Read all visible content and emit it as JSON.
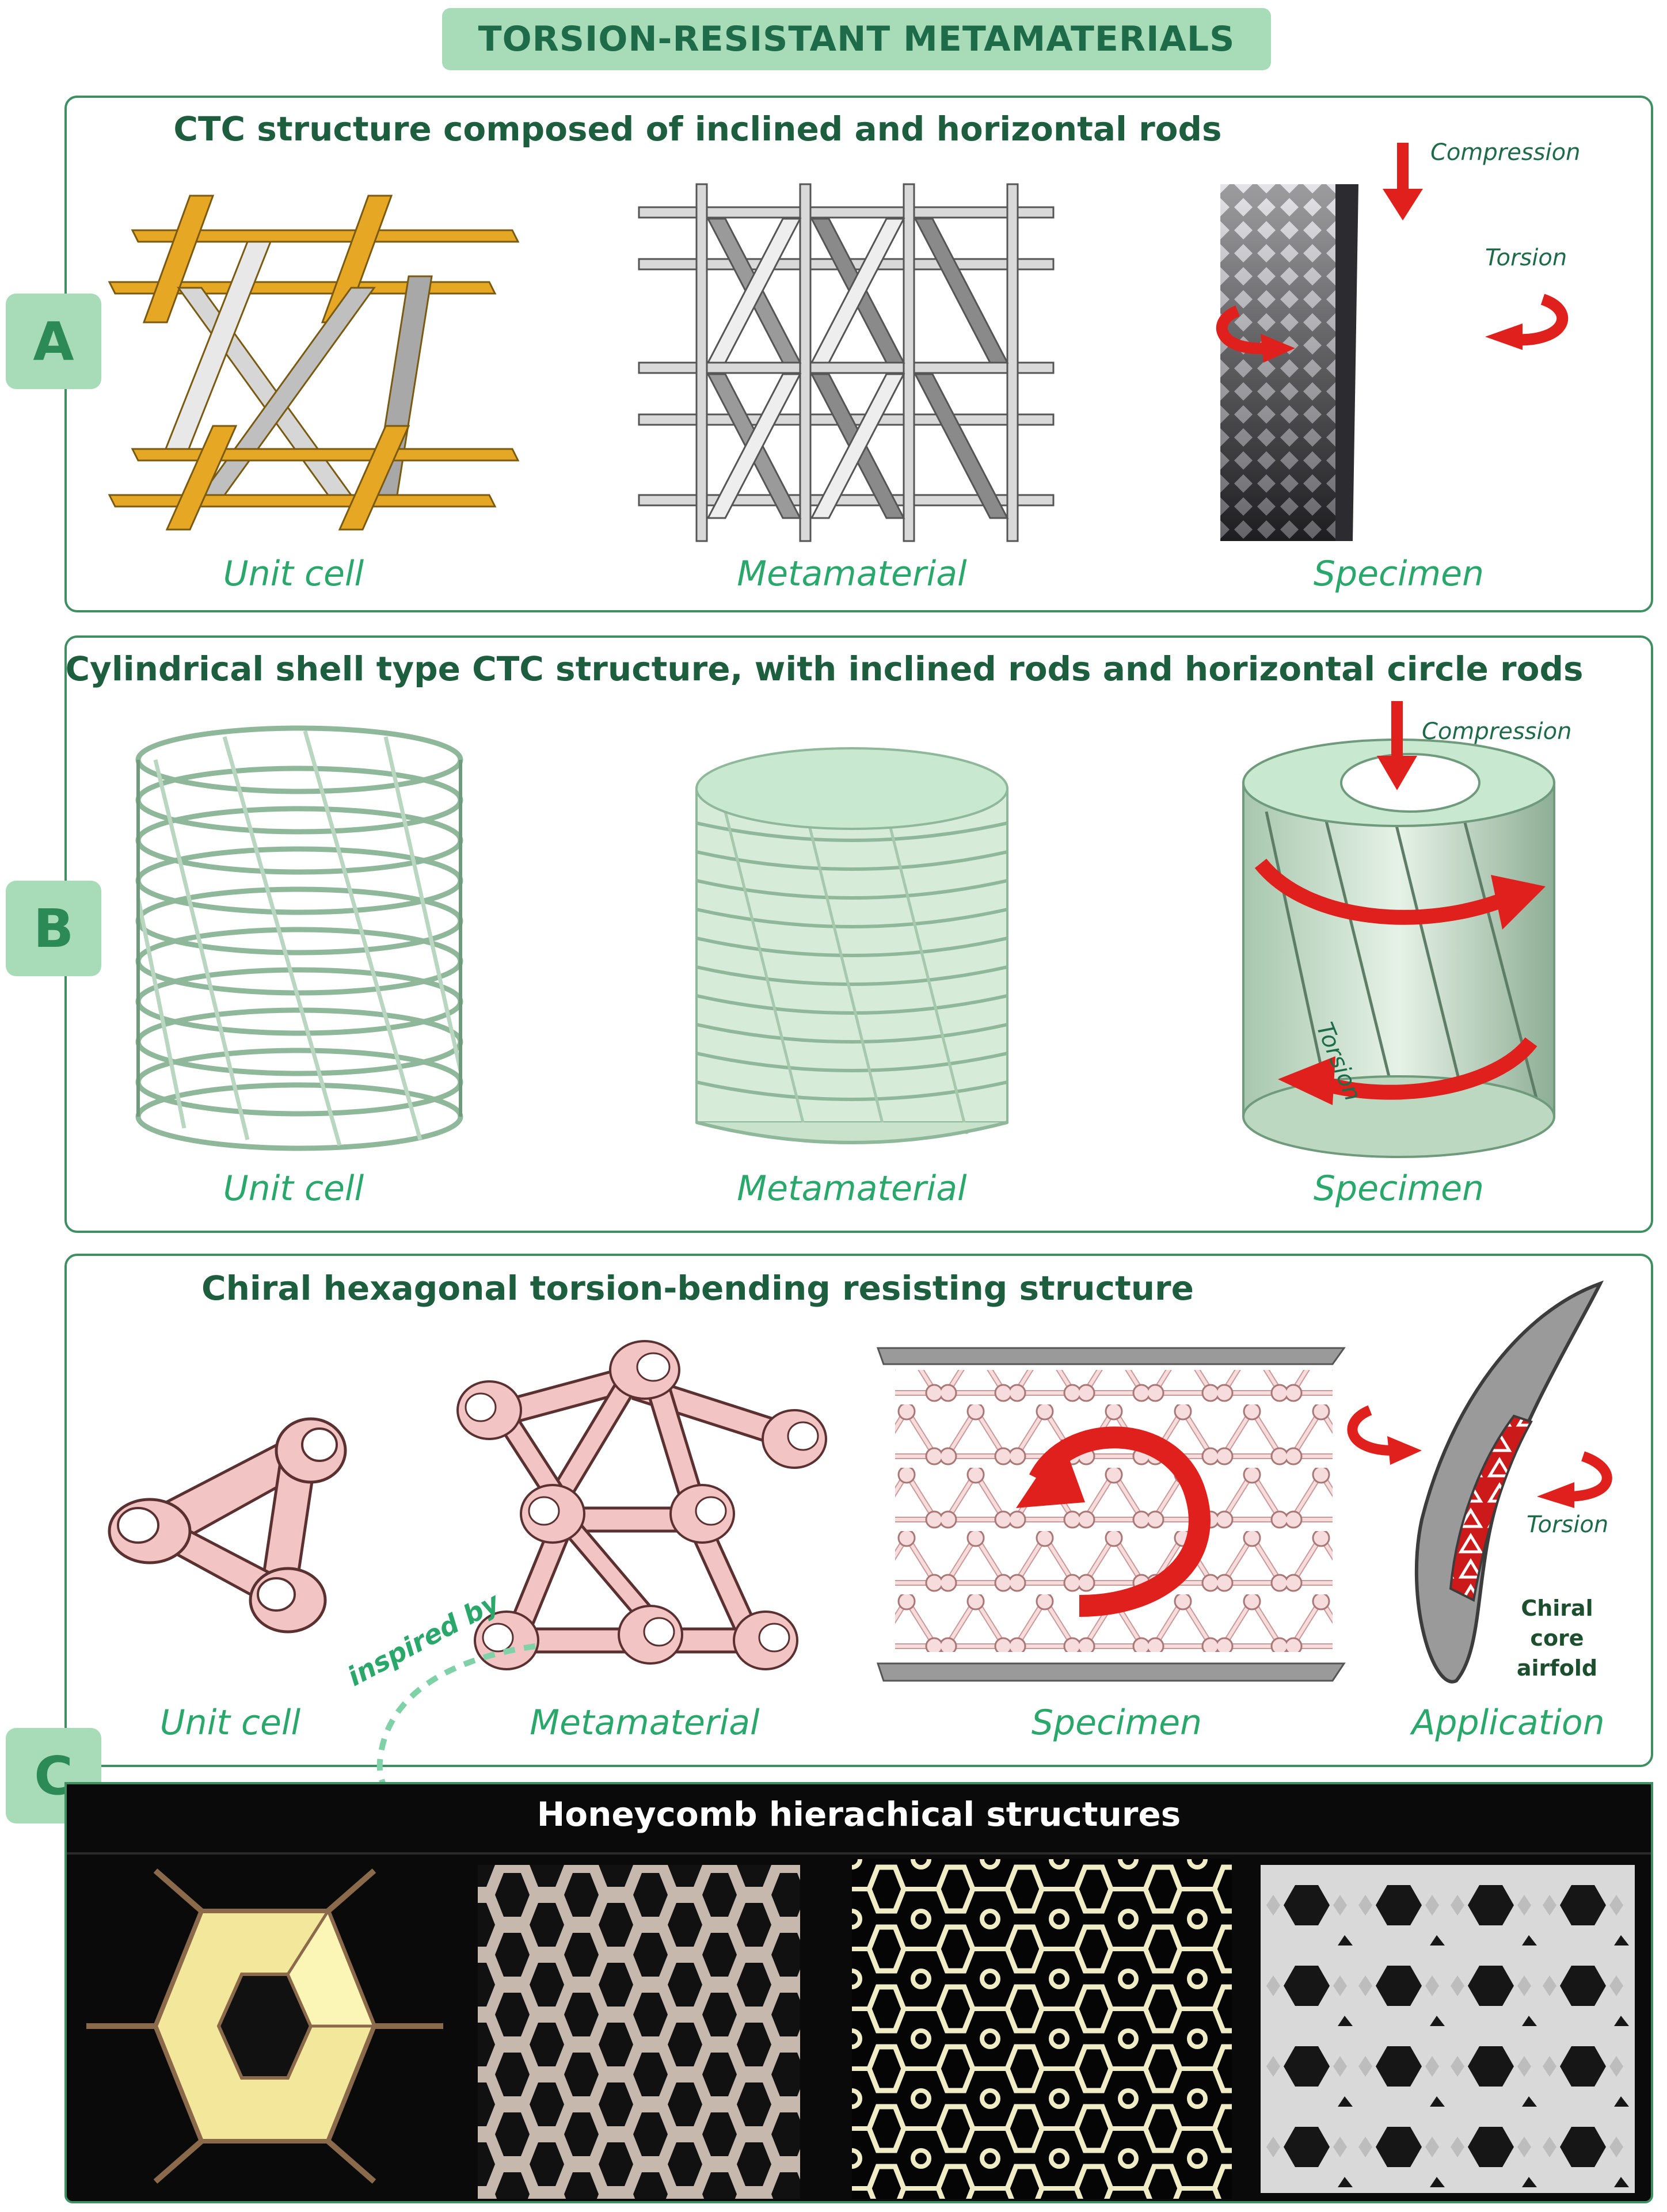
{
  "title": "TORSION-RESISTANT METAMATERIALS",
  "panels": {
    "a": {
      "badge": "A",
      "title": "CTC structure composed of inclined and horizontal rods",
      "captions": [
        "Unit cell",
        "Metamaterial",
        "Specimen"
      ],
      "compression": "Compression",
      "torsion": "Torsion"
    },
    "b": {
      "badge": "B",
      "title": "Cylindrical shell type CTC structure, with inclined rods and horizontal circle rods",
      "captions": [
        "Unit cell",
        "Metamaterial",
        "Specimen"
      ],
      "compression": "Compression",
      "torsion": "Torsion"
    },
    "c": {
      "badge": "C",
      "title": "Chiral hexagonal torsion-bending resisting structure",
      "captions": [
        "Unit cell",
        "Metamaterial",
        "Specimen",
        "Application"
      ],
      "torsion": "Torsion",
      "chiral_label": [
        "Chiral",
        "core",
        "airfold"
      ],
      "inspired_by": "inspired by",
      "honeycomb_title": "Honeycomb hierachical structures"
    }
  },
  "colors": {
    "accent_green": "#2aa86b",
    "dark_green": "#1d5e3f",
    "badge_fill": "#a8dcb8",
    "rod_yellow": "#e6a824",
    "rod_gray": "#c9c9c9",
    "shell_green": "#cfe8d3",
    "chiral_pink": "#f2c4c4",
    "arrow_red": "#e0201c"
  },
  "icons": [
    "arrow-down-icon",
    "rotation-arrow-icon",
    "dashed-arrow-icon"
  ]
}
